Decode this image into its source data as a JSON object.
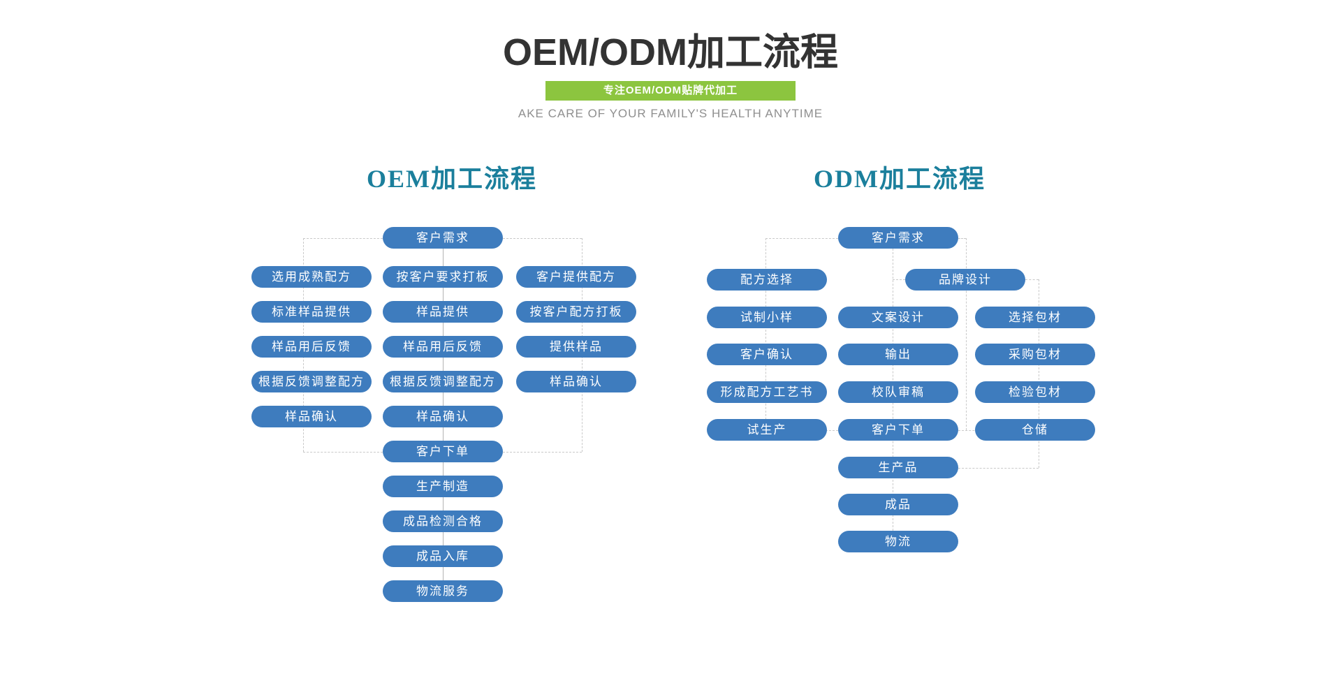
{
  "header": {
    "title": "OEM/ODM加工流程",
    "badge": "专注OEM/ODM贴牌代加工",
    "subtitle": "AKE CARE OF YOUR FAMILY'S HEALTH ANYTIME"
  },
  "colors": {
    "node_blue": "#3e7cbe",
    "badge_green": "#8cc53f",
    "heading_teal": "#1b7f9c",
    "title_dark": "#333333",
    "subtitle_gray": "#8f8f8f",
    "connector_gray": "#c9c9c9"
  },
  "charts": [
    {
      "id": "oem",
      "heading": "OEM加工流程",
      "nodes": [
        {
          "label": "客户需求",
          "col": "C",
          "row": 0
        },
        {
          "label": "选用成熟配方",
          "col": "L",
          "row": 1
        },
        {
          "label": "按客户要求打板",
          "col": "C",
          "row": 1
        },
        {
          "label": "客户提供配方",
          "col": "R",
          "row": 1
        },
        {
          "label": "标准样品提供",
          "col": "L",
          "row": 2
        },
        {
          "label": "样品提供",
          "col": "C",
          "row": 2
        },
        {
          "label": "按客户配方打板",
          "col": "R",
          "row": 2
        },
        {
          "label": "样品用后反馈",
          "col": "L",
          "row": 3
        },
        {
          "label": "样品用后反馈",
          "col": "C",
          "row": 3
        },
        {
          "label": "提供样品",
          "col": "R",
          "row": 3
        },
        {
          "label": "根据反馈调整配方",
          "col": "L",
          "row": 4
        },
        {
          "label": "根据反馈调整配方",
          "col": "C",
          "row": 4
        },
        {
          "label": "样品确认",
          "col": "R",
          "row": 4
        },
        {
          "label": "样品确认",
          "col": "L",
          "row": 5
        },
        {
          "label": "样品确认",
          "col": "C",
          "row": 5
        },
        {
          "label": "客户下单",
          "col": "C",
          "row": 6
        },
        {
          "label": "生产制造",
          "col": "C",
          "row": 7
        },
        {
          "label": "成品检测合格",
          "col": "C",
          "row": 8
        },
        {
          "label": "成品入库",
          "col": "C",
          "row": 9
        },
        {
          "label": "物流服务",
          "col": "C",
          "row": 10
        }
      ]
    },
    {
      "id": "odm",
      "heading": "ODM加工流程",
      "nodes": [
        {
          "label": "客户需求",
          "col": "C",
          "row": 0
        },
        {
          "label": "配方选择",
          "col": "L",
          "row": 1
        },
        {
          "label": "品牌设计",
          "col": "P",
          "row": 1
        },
        {
          "label": "试制小样",
          "col": "L",
          "row": 2
        },
        {
          "label": "文案设计",
          "col": "C",
          "row": 2
        },
        {
          "label": "选择包材",
          "col": "R",
          "row": 2
        },
        {
          "label": "客户确认",
          "col": "L",
          "row": 3
        },
        {
          "label": "输出",
          "col": "C",
          "row": 3
        },
        {
          "label": "采购包材",
          "col": "R",
          "row": 3
        },
        {
          "label": "形成配方工艺书",
          "col": "L",
          "row": 4
        },
        {
          "label": "校队审稿",
          "col": "C",
          "row": 4
        },
        {
          "label": "检验包材",
          "col": "R",
          "row": 4
        },
        {
          "label": "试生产",
          "col": "L",
          "row": 5
        },
        {
          "label": "客户下单",
          "col": "C",
          "row": 5
        },
        {
          "label": "仓储",
          "col": "R",
          "row": 5
        },
        {
          "label": "生产品",
          "col": "C",
          "row": 6
        },
        {
          "label": "成品",
          "col": "C",
          "row": 7
        },
        {
          "label": "物流",
          "col": "C",
          "row": 8
        }
      ]
    }
  ]
}
